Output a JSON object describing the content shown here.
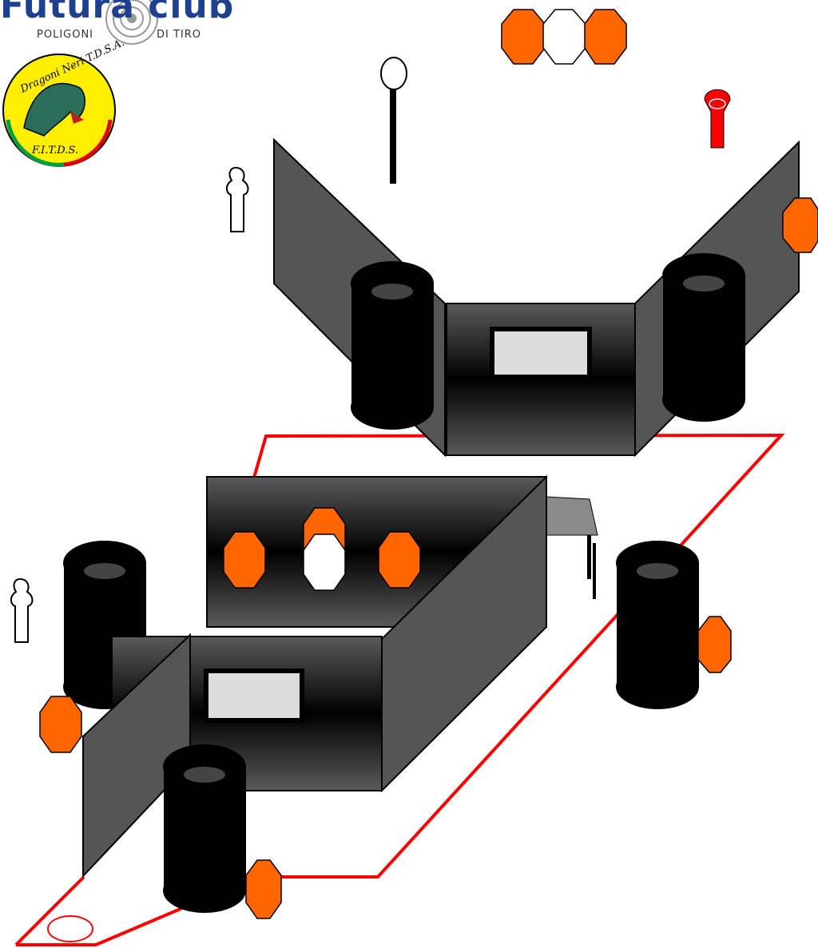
{
  "branding": {
    "club_name": "Futura club",
    "sub_left": "POLIGONI",
    "sub_right": "DI TIRO",
    "badge_top": "Dragoni Neri T.D.S.A.",
    "badge_bottom": "F.I.T.D.S."
  },
  "colors": {
    "wall": "#555555",
    "barrel": "#000000",
    "target_orange": "#ff6600",
    "target_white": "#ffffff",
    "fault_line": "#ff0000",
    "badge_yellow": "#ffee00",
    "window": "#dddddd"
  },
  "icons": [
    "silhouette-target-icon",
    "popper-target-icon",
    "steel-plate-icon",
    "no-shoot-icon",
    "red-popper-icon"
  ]
}
